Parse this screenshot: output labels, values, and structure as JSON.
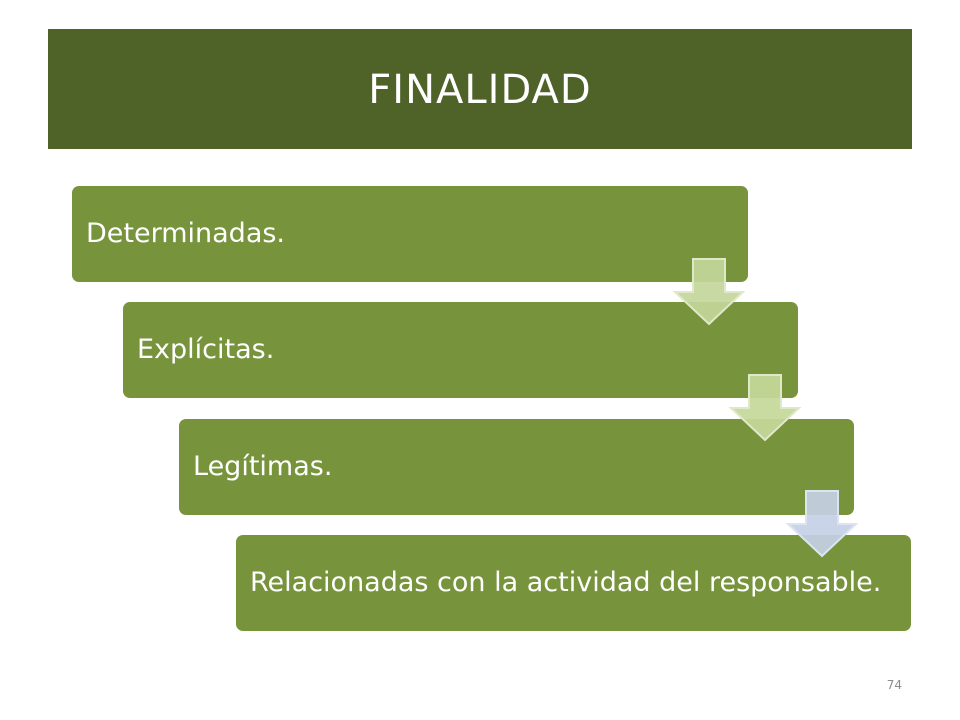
{
  "title": "FINALIDAD",
  "steps": [
    {
      "label": "Determinadas."
    },
    {
      "label": "Explícitas."
    },
    {
      "label": "Legítimas."
    },
    {
      "label": "Relacionadas con la actividad del responsable."
    }
  ],
  "slide_number": "74",
  "colors": {
    "title_bar": "#4f6228",
    "step_fill": "#77933c",
    "arrow_green": "#c3d69b",
    "arrow_blue": "#c6d0e6"
  },
  "icons": [
    "down-arrow-icon"
  ]
}
